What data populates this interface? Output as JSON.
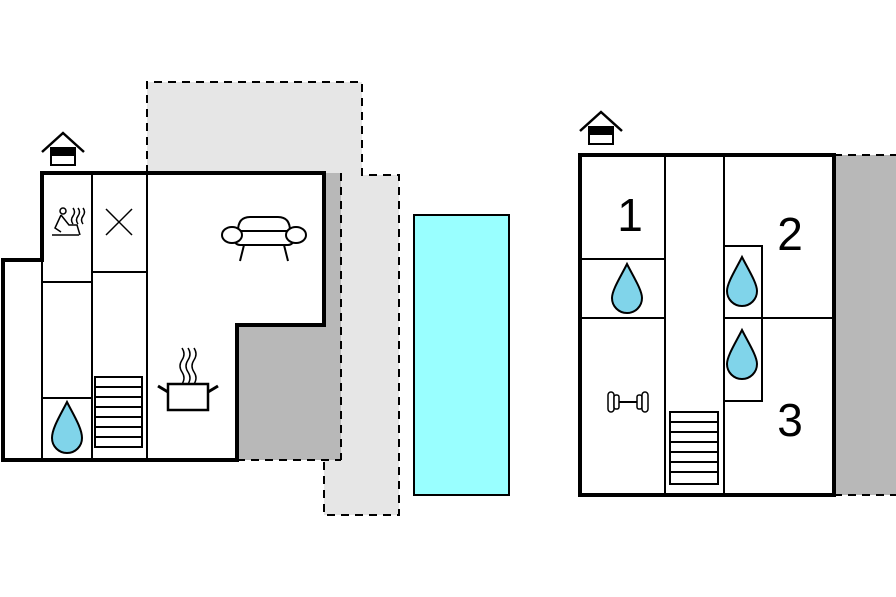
{
  "colors": {
    "terrace_light": "#e6e6e6",
    "terrace_dark": "#b8b8b8",
    "pool": "#99ffff",
    "water_drop": "#80d4ea"
  },
  "floor_plans": [
    {
      "id": "ground-floor",
      "entrance_icon": "house-entrance-icon",
      "room_icons": [
        "sauna-icon",
        "cross-icon",
        "sofa-icon",
        "cooking-pot-icon",
        "bathroom-drop-icon",
        "stairs-icon"
      ],
      "features": [
        "terrace",
        "swimming-pool"
      ]
    },
    {
      "id": "upper-floor",
      "entrance_icon": "house-entrance-icon",
      "rooms": [
        {
          "number": "1"
        },
        {
          "number": "2"
        },
        {
          "number": "3"
        }
      ],
      "room_icons": [
        "bathroom-drop-icon",
        "bathroom-drop-icon",
        "bathroom-drop-icon",
        "dumbbell-icon",
        "stairs-icon"
      ],
      "features": [
        "terrace"
      ]
    }
  ]
}
